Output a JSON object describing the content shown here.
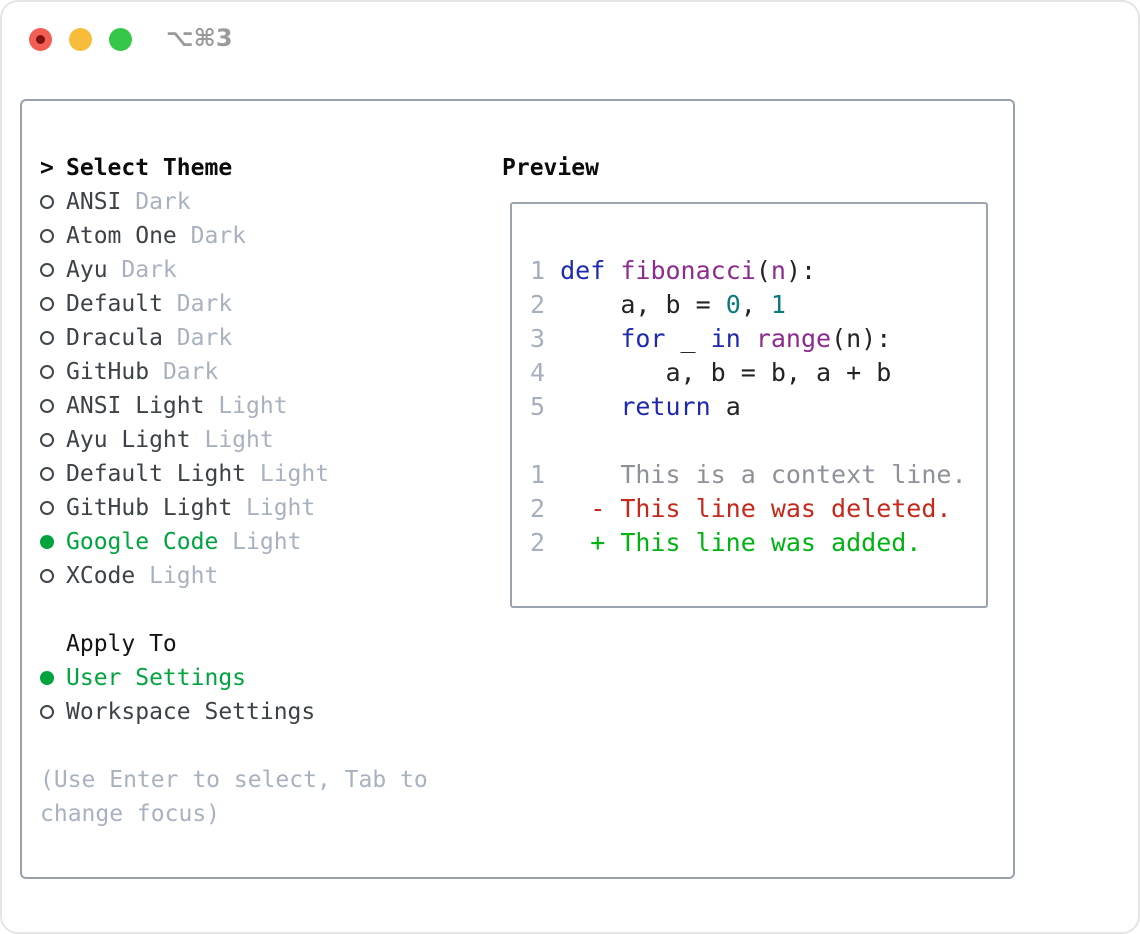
{
  "window": {
    "title": "⌥⌘3",
    "buttons": [
      "close",
      "minimize",
      "zoom"
    ]
  },
  "colors": {
    "kw": "#1f29ad",
    "fn": "#8e2b8e",
    "num": "#0c7a78",
    "plain": "#232323",
    "lineno": "#a6b0bd",
    "ctx": "#8d9199",
    "del": "#c5291a",
    "add": "#00b312",
    "selected_green": "#00a43f",
    "muted_gray": "#a8b2bf",
    "item_text": "#3c4247",
    "panel_border": "#99a1ac"
  },
  "sidebar": {
    "prompt": ">",
    "title": "Select Theme",
    "themes": [
      {
        "name": "ANSI",
        "tag": "Dark",
        "selected": false
      },
      {
        "name": "Atom One",
        "tag": "Dark",
        "selected": false
      },
      {
        "name": "Ayu",
        "tag": "Dark",
        "selected": false
      },
      {
        "name": "Default",
        "tag": "Dark",
        "selected": false
      },
      {
        "name": "Dracula",
        "tag": "Dark",
        "selected": false
      },
      {
        "name": "GitHub",
        "tag": "Dark",
        "selected": false
      },
      {
        "name": "ANSI Light",
        "tag": "Light",
        "selected": false
      },
      {
        "name": "Ayu Light",
        "tag": "Light",
        "selected": false
      },
      {
        "name": "Default Light",
        "tag": "Light",
        "selected": false
      },
      {
        "name": "GitHub Light",
        "tag": "Light",
        "selected": false
      },
      {
        "name": "Google Code",
        "tag": "Light",
        "selected": true
      },
      {
        "name": "XCode",
        "tag": "Light",
        "selected": false
      }
    ],
    "apply_to": {
      "label": "Apply To",
      "options": [
        {
          "label": "User Settings",
          "selected": true
        },
        {
          "label": "Workspace Settings",
          "selected": false
        }
      ]
    },
    "hint_lines": [
      "(Use Enter to select, Tab to",
      "change focus)"
    ]
  },
  "preview": {
    "title": "Preview",
    "lines": [
      {
        "num": "",
        "tokens": []
      },
      {
        "num": "1",
        "tokens": [
          {
            "t": " ",
            "c": "plain"
          },
          {
            "t": "def",
            "c": "kw"
          },
          {
            "t": " ",
            "c": "plain"
          },
          {
            "t": "fibonacci",
            "c": "fn"
          },
          {
            "t": "(",
            "c": "plain"
          },
          {
            "t": "n",
            "c": "fn"
          },
          {
            "t": "):",
            "c": "plain"
          }
        ]
      },
      {
        "num": "2",
        "tokens": [
          {
            "t": "     a, b = ",
            "c": "plain"
          },
          {
            "t": "0",
            "c": "num"
          },
          {
            "t": ", ",
            "c": "plain"
          },
          {
            "t": "1",
            "c": "num"
          }
        ]
      },
      {
        "num": "3",
        "tokens": [
          {
            "t": "     ",
            "c": "plain"
          },
          {
            "t": "for",
            "c": "kw"
          },
          {
            "t": " _ ",
            "c": "plain"
          },
          {
            "t": "in",
            "c": "kw"
          },
          {
            "t": " ",
            "c": "plain"
          },
          {
            "t": "range",
            "c": "fn"
          },
          {
            "t": "(n):",
            "c": "plain"
          }
        ]
      },
      {
        "num": "4",
        "tokens": [
          {
            "t": "        a, b = b, a + b",
            "c": "plain"
          }
        ]
      },
      {
        "num": "5",
        "tokens": [
          {
            "t": "     ",
            "c": "plain"
          },
          {
            "t": "return",
            "c": "kw"
          },
          {
            "t": " a",
            "c": "plain"
          }
        ]
      },
      {
        "num": "",
        "tokens": []
      },
      {
        "num": "1",
        "tokens": [
          {
            "t": "     This is a context line.",
            "c": "ctx"
          }
        ]
      },
      {
        "num": "2",
        "tokens": [
          {
            "t": "   - This line was deleted.",
            "c": "del"
          }
        ]
      },
      {
        "num": "2",
        "tokens": [
          {
            "t": "   + This line was added.",
            "c": "add"
          }
        ]
      }
    ]
  }
}
